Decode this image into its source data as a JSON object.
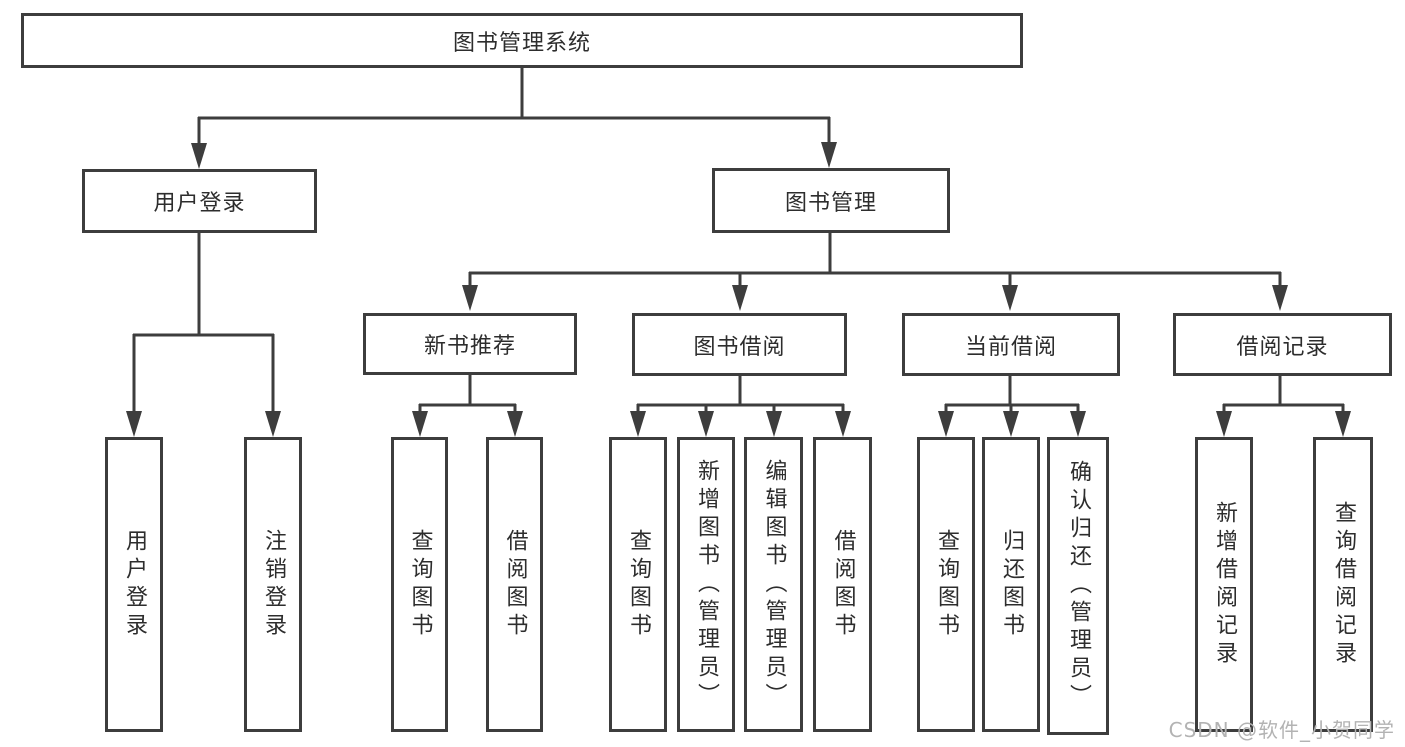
{
  "colors": {
    "line": "#3d3d3d",
    "text": "#2d2d2d",
    "watermark": "#b3b3b3",
    "background": "#ffffff"
  },
  "tree": {
    "root": {
      "label": "图书管理系统"
    },
    "branches": [
      {
        "label": "用户登录",
        "leaves": [
          {
            "label": "用户登录"
          },
          {
            "label": "注销登录"
          }
        ]
      },
      {
        "label": "图书管理",
        "groups": [
          {
            "label": "新书推荐",
            "leaves": [
              {
                "label": "查询图书"
              },
              {
                "label": "借阅图书"
              }
            ]
          },
          {
            "label": "图书借阅",
            "leaves": [
              {
                "label": "查询图书"
              },
              {
                "label": "新增图书（管理员）"
              },
              {
                "label": "编辑图书（管理员）"
              },
              {
                "label": "借阅图书"
              }
            ]
          },
          {
            "label": "当前借阅",
            "leaves": [
              {
                "label": "查询图书"
              },
              {
                "label": "归还图书"
              },
              {
                "label": "确认归还（管理员）"
              }
            ]
          },
          {
            "label": "借阅记录",
            "leaves": [
              {
                "label": "新增借阅记录"
              },
              {
                "label": "查询借阅记录"
              }
            ]
          }
        ]
      }
    ]
  },
  "watermark": {
    "text": "CSDN @软件_小贺同学"
  }
}
